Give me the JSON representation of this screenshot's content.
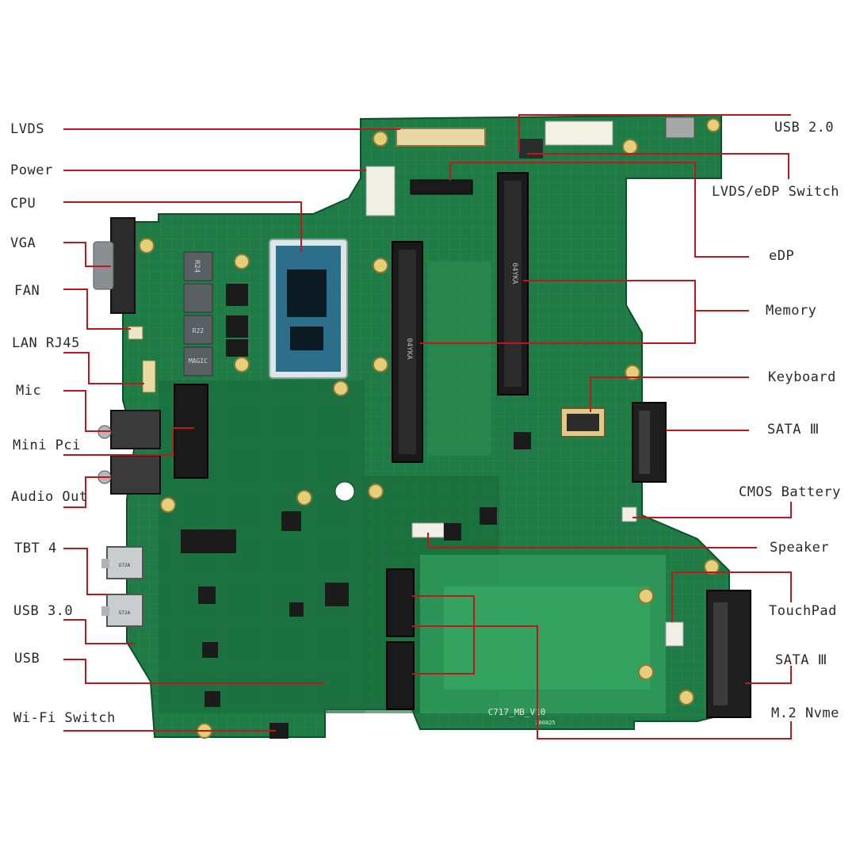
{
  "board": {
    "silkscreen": "C717_MB_V10",
    "serial": "200825",
    "memory_marking": "04YKA",
    "inductor_marking": "R22",
    "inductor_brand": "MAGIC",
    "inductor_marking_alt": "R24",
    "connector_marking": "G72A"
  },
  "colors": {
    "pcb": "#1f7a45",
    "pcb_dark": "#135c33",
    "pcb_light": "#2f9a5a",
    "leader": "#c0171c",
    "label": "#2a2a2a"
  },
  "labels": {
    "left": [
      "LVDS",
      "Power",
      "CPU",
      "VGA",
      "FAN",
      "LAN RJ45",
      "Mic",
      "Mini Pci",
      "Audio Out",
      "TBT 4",
      "USB 3.0",
      "USB",
      "Wi-Fi Switch"
    ],
    "right": [
      "USB 2.0",
      "LVDS/eDP Switch",
      "eDP",
      "Memory",
      "Keyboard",
      "SATA Ⅲ",
      "CMOS Battery",
      "Speaker",
      "TouchPad",
      "SATA Ⅲ",
      "M.2 Nvme"
    ]
  }
}
